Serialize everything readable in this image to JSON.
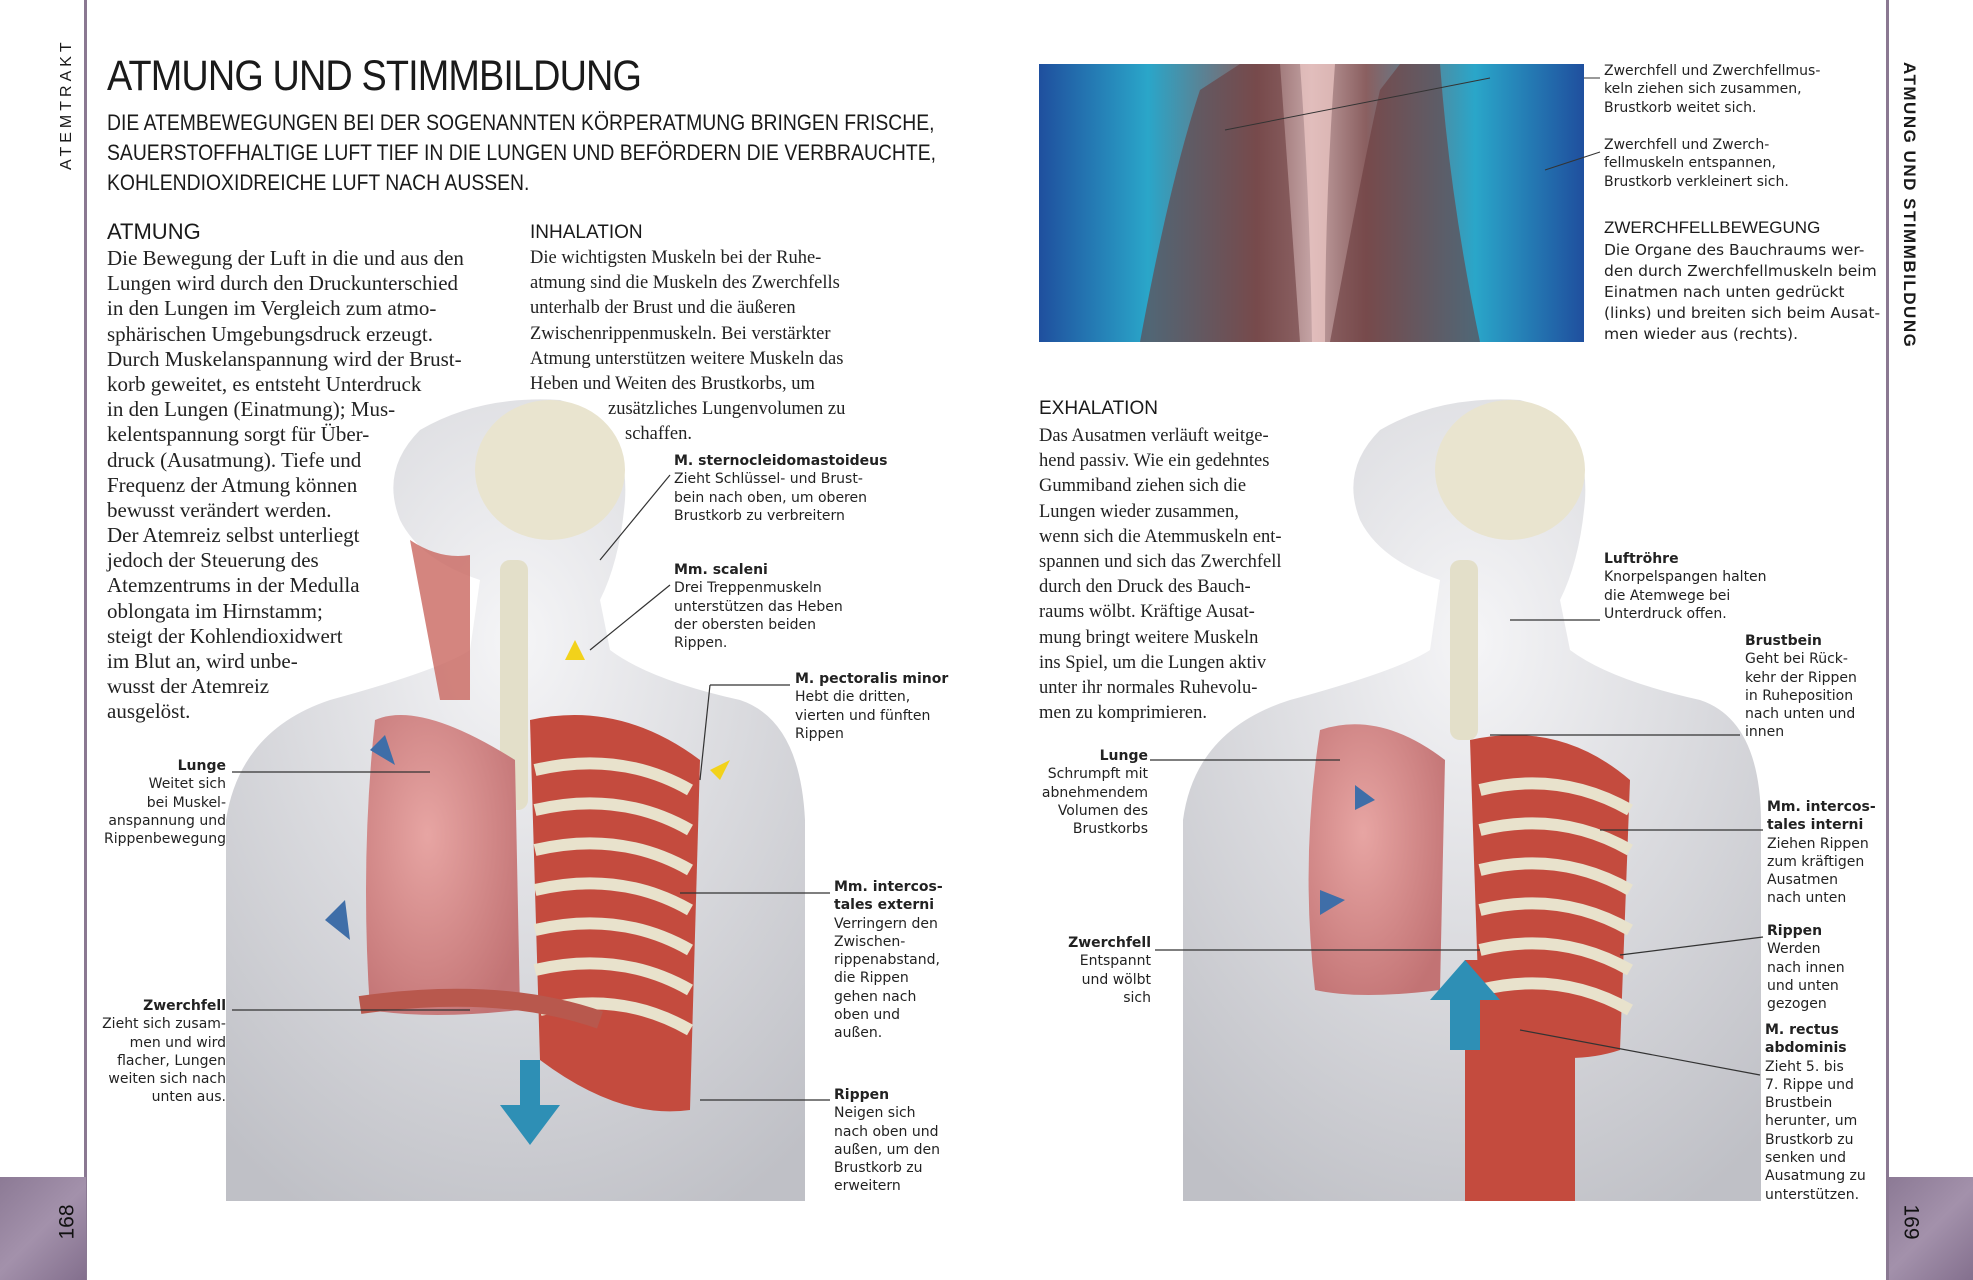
{
  "left_page": {
    "runner": "ATEMTRAKT",
    "page_number": "168",
    "title": "ATMUNG UND STIMMBILDUNG",
    "intro": [
      "DIE ATEMBEWEGUNGEN BEI DER SOGENANNTEN KÖRPERATMUNG BRINGEN FRISCHE,",
      "SAUERSTOFFHALTIGE LUFT TIEF IN DIE LUNGEN UND BEFÖRDERN DIE VERBRAUCHTE,",
      "KOHLENDIOXIDREICHE LUFT NACH AUSSEN."
    ],
    "atmung": {
      "heading": "ATMUNG",
      "lines": [
        "Die Bewegung der Luft in die und aus den",
        "Lungen wird durch den Druckunterschied",
        "in den Lungen im Vergleich zum atmo-",
        "sphärischen Umgebungsdruck erzeugt.",
        "Durch Muskelanspannung wird der Brust-",
        "korb geweitet, es entsteht Unterdruck",
        "in den Lungen (Einatmung); Mus-",
        "kelentspannung sorgt für Über-",
        "druck (Ausatmung). Tiefe und",
        "Frequenz der Atmung können",
        "bewusst verändert werden.",
        "Der Atemreiz selbst unterliegt",
        "jedoch der Steuerung des",
        "Atemzentrums in der Medulla",
        "oblongata im Hirnstamm;",
        "steigt der Kohlendioxidwert",
        "im Blut an, wird unbe-",
        "wusst der Atemreiz",
        "ausgelöst."
      ]
    },
    "inhalation": {
      "heading": "INHALATION",
      "lines": [
        "Die wichtigsten Muskeln bei der Ruhe-",
        "atmung sind die Muskeln des Zwerchfells",
        "unterhalb der Brust und die äußeren",
        "Zwischenrippenmuskeln. Bei verstärkter",
        "Atmung unterstützen weitere Muskeln das",
        "Heben und Weiten des Brustkorbs, um"
      ],
      "tail_lines": [
        "zusätzliches Lungenvolumen zu",
        "schaffen."
      ]
    },
    "labels": {
      "scm": {
        "title": "M. sternocleidomastoideus",
        "lines": [
          "Zieht Schlüssel- und Brust-",
          "bein nach oben, um oberen",
          "Brustkorb zu verbreitern"
        ]
      },
      "scaleni": {
        "title": "Mm. scaleni",
        "lines": [
          "Drei Treppenmuskeln",
          "unterstützen das Heben",
          "der obersten beiden",
          "Rippen."
        ]
      },
      "pectoralis": {
        "title": "M. pectoralis minor",
        "lines": [
          "Hebt die dritten,",
          "vierten und fünften",
          "Rippen"
        ]
      },
      "lunge": {
        "title": "Lunge",
        "lines": [
          "Weitet sich",
          "bei Muskel-",
          "anspannung und",
          "Rippenbewegung"
        ]
      },
      "externi": {
        "title": [
          "Mm. intercos-",
          "tales externi"
        ],
        "lines": [
          "Verringern den",
          "Zwischen-",
          "rippenabstand,",
          "die Rippen",
          "gehen nach",
          "oben und",
          "außen."
        ]
      },
      "zwerchfell": {
        "title": "Zwerchfell",
        "lines": [
          "Zieht sich zusam-",
          "men und wird",
          "flacher, Lungen",
          "weiten sich nach",
          "unten aus."
        ]
      },
      "rippen": {
        "title": "Rippen",
        "lines": [
          "Neigen sich",
          "nach oben und",
          "außen, um den",
          "Brustkorb zu",
          "erweitern"
        ]
      }
    }
  },
  "right_page": {
    "runner": "ATMUNG UND STIMMBILDUNG",
    "page_number": "169",
    "xray_captions": [
      [
        "Zwerchfell und Zwerchfellmus-",
        "keln ziehen sich zusammen,",
        "Brustkorb weitet sich."
      ],
      [
        "Zwerchfell und Zwerch-",
        "fellmuskeln entspannen,",
        "Brustkorb verkleinert sich."
      ]
    ],
    "zwerchfellbewegung": {
      "heading": "ZWERCHFELLBEWEGUNG",
      "lines": [
        "Die Organe des Bauchraums wer-",
        "den durch Zwerchfellmuskeln beim",
        "Einatmen nach unten gedrückt",
        "(links) und breiten sich beim Ausat-",
        "men wieder aus (rechts)."
      ]
    },
    "exhalation": {
      "heading": "EXHALATION",
      "lines": [
        "Das Ausatmen verläuft weitge-",
        "hend passiv. Wie ein gedehntes",
        "Gummiband ziehen sich die",
        "Lungen wieder zusammen,",
        "wenn sich die Atemmuskeln ent-",
        "spannen und sich das Zwerchfell",
        "durch den Druck des Bauch-",
        "raums wölbt. Kräftige Ausat-",
        "mung bringt weitere Muskeln",
        "ins Spiel, um die Lungen aktiv",
        "unter ihr normales Ruhevolu-",
        "men zu komprimieren."
      ]
    },
    "labels": {
      "luftroehre": {
        "title": "Luftröhre",
        "lines": [
          "Knorpelspangen halten",
          "die Atemwege bei",
          "Unterdruck offen."
        ]
      },
      "brustbein": {
        "title": "Brustbein",
        "lines": [
          "Geht bei Rück-",
          "kehr der Rippen",
          "in Ruheposition",
          "nach unten und",
          "innen"
        ]
      },
      "lunge": {
        "title": "Lunge",
        "lines": [
          "Schrumpft mit",
          "abnehmendem",
          "Volumen des",
          "Brustkorbs"
        ]
      },
      "interni": {
        "title": [
          "Mm. intercos-",
          "tales interni"
        ],
        "lines": [
          "Ziehen Rippen",
          "zum kräftigen",
          "Ausatmen",
          "nach unten"
        ]
      },
      "zwerchfell": {
        "title": "Zwerchfell",
        "lines": [
          "Entspannt",
          "und wölbt",
          "sich"
        ]
      },
      "rippen": {
        "title": "Rippen",
        "lines": [
          "Werden",
          "nach innen",
          "und unten",
          "gezogen"
        ]
      },
      "rectus": {
        "title": [
          "M. rectus",
          "abdominis"
        ],
        "lines": [
          "Zieht 5. bis",
          "7. Rippe und",
          "Brustbein",
          "herunter, um",
          "Brustkorb zu",
          "senken und",
          "Ausatmung zu",
          "unterstützen."
        ]
      }
    }
  },
  "colors": {
    "accent_purple": "#8a7892",
    "arrow_blue": "#3f6ea8",
    "arrow_yellow": "#f2d21b",
    "lung_pink": "#d98a8a"
  }
}
